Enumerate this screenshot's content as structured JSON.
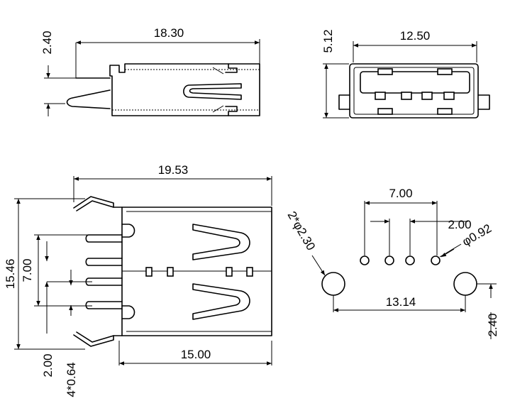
{
  "dimensions": {
    "side_length": "18.30",
    "side_height": "2.40",
    "end_width": "12.50",
    "end_height": "5.12",
    "top_length": "19.53",
    "top_width": "15.46",
    "top_pin_span": "7.00",
    "top_pin_offset": "2.00",
    "top_pin_size": "4*0.64",
    "body_length": "15.00",
    "fp_pin_span": "7.00",
    "fp_pin_pitch": "2.00",
    "fp_pin_hole": "φ0.92",
    "fp_mount_hole": "2*φ2.30",
    "fp_mount_spacing": "13.14",
    "fp_mount_offset": "2.40"
  }
}
